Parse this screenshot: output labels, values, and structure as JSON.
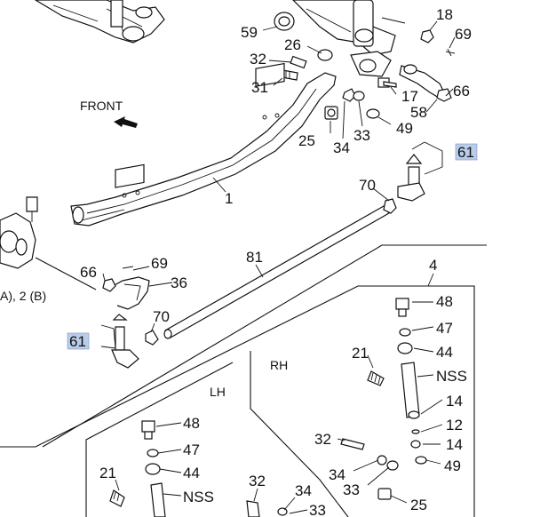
{
  "diagram": {
    "front_label": "FRONT",
    "partial_label": "A), 2 (B)",
    "rh_label": "RH",
    "lh_label": "LH",
    "colors": {
      "highlight": "#b9cdea",
      "line": "#111111"
    },
    "callouts": {
      "c18": "18",
      "c69a": "69",
      "c59": "59",
      "c26": "26",
      "c32a": "32",
      "c66a": "66",
      "c31": "31",
      "c17": "17",
      "c58": "58",
      "c49a": "49",
      "c25a": "25",
      "c34a": "34",
      "c33a": "33",
      "c61a": "61",
      "c1": "1",
      "c70a": "70",
      "c81": "81",
      "c4": "4",
      "c69b": "69",
      "c66b": "66",
      "c36": "36",
      "c70b": "70",
      "c61b": "61",
      "c48a": "48",
      "c47a": "47",
      "c44a": "44",
      "c21a": "21",
      "nss_a": "NSS",
      "c14a": "14",
      "c12": "12",
      "c14b": "14",
      "c49b": "49",
      "c32b": "32",
      "c34b": "34",
      "c33b": "33",
      "c25b": "25",
      "c48b": "48",
      "c47b": "47",
      "c44b": "44",
      "c21b": "21",
      "nss_b": "NSS",
      "c32c": "32",
      "c34c": "34",
      "c33c": "33"
    }
  }
}
